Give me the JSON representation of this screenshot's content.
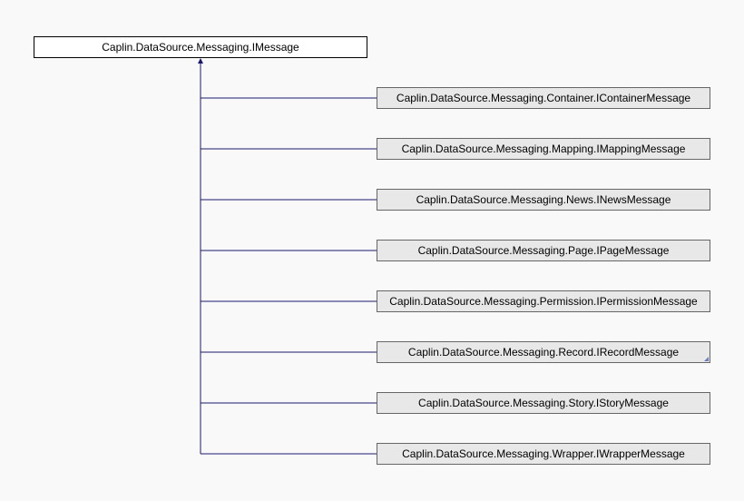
{
  "diagram": {
    "base_class": {
      "label": "Caplin.DataSource.Messaging.IMessage"
    },
    "derived_classes": [
      {
        "label": "Caplin.DataSource.Messaging.Container.IContainerMessage",
        "has_more": false
      },
      {
        "label": "Caplin.DataSource.Messaging.Mapping.IMappingMessage",
        "has_more": false
      },
      {
        "label": "Caplin.DataSource.Messaging.News.INewsMessage",
        "has_more": false
      },
      {
        "label": "Caplin.DataSource.Messaging.Page.IPageMessage",
        "has_more": false
      },
      {
        "label": "Caplin.DataSource.Messaging.Permission.IPermissionMessage",
        "has_more": false
      },
      {
        "label": "Caplin.DataSource.Messaging.Record.IRecordMessage",
        "has_more": true
      },
      {
        "label": "Caplin.DataSource.Messaging.Story.IStoryMessage",
        "has_more": false
      },
      {
        "label": "Caplin.DataSource.Messaging.Wrapper.IWrapperMessage",
        "has_more": false
      }
    ],
    "colors": {
      "edge": "#191970",
      "root_fill": "#ffffff",
      "child_fill": "#e8e8e8",
      "border": "#000000",
      "more_marker": "#6b7fc0"
    }
  }
}
